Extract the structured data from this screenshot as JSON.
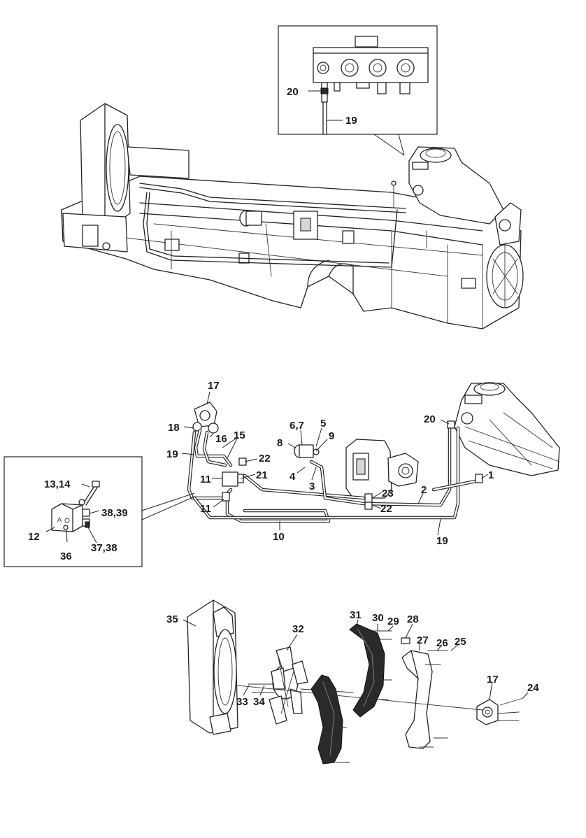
{
  "diagram": {
    "callouts": {
      "inset_top": [
        "20",
        "19"
      ],
      "hydraulic": [
        "17",
        "18",
        "16",
        "15",
        "19",
        "22",
        "21",
        "11",
        "11",
        "10",
        "6,7",
        "5",
        "9",
        "8",
        "4",
        "3",
        "23",
        "22",
        "2",
        "19",
        "20",
        "1"
      ],
      "inset_valve": [
        "13,14",
        "38,39",
        "12",
        "36",
        "37,38"
      ],
      "fan": [
        "35",
        "32",
        "31",
        "30",
        "29",
        "28",
        "27",
        "26",
        "25",
        "33",
        "34",
        "17",
        "24"
      ]
    }
  }
}
